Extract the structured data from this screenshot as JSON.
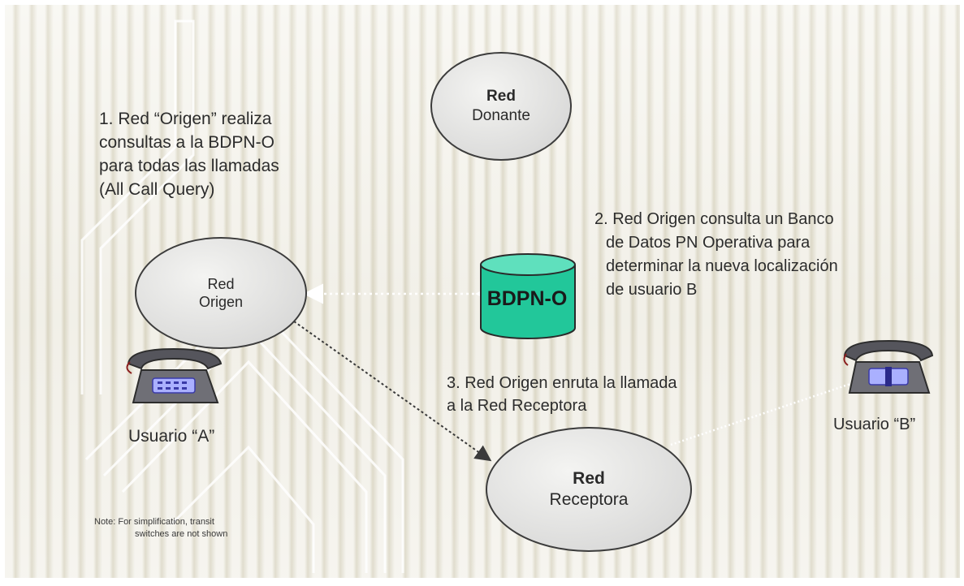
{
  "slide": {
    "background_color": "#e9e6d8",
    "note": {
      "line1": "Note: For simplification, transit",
      "line2": "switches are not shown"
    }
  },
  "nodes": {
    "red_donante": {
      "line1": "Red",
      "line2": "Donante"
    },
    "red_origen": {
      "line1": "Red",
      "line2": "Origen"
    },
    "red_receptora": {
      "line1": "Red",
      "line2": "Receptora"
    },
    "database": {
      "label": "BDPN-O",
      "fill": "#22c79a",
      "icon": "database-cylinder-icon"
    }
  },
  "users": {
    "user_a": {
      "label": "Usuario “A”",
      "icon": "telephone-icon"
    },
    "user_b": {
      "label": "Usuario “B”",
      "icon": "telephone-icon"
    }
  },
  "steps": {
    "step1": {
      "line1": "1. Red “Origen” realiza",
      "line2": "consultas a la BDPN-O",
      "line3": "para todas las llamadas",
      "line4": "(All Call Query)"
    },
    "step2": {
      "line1": "2.  Red Origen consulta un Banco",
      "line2": "de Datos PN Operativa para",
      "line3": "determinar la nueva localización",
      "line4": "de usuario B"
    },
    "step3": {
      "line1": "3. Red Origen enruta la llamada",
      "line2": "a la Red Receptora"
    }
  }
}
